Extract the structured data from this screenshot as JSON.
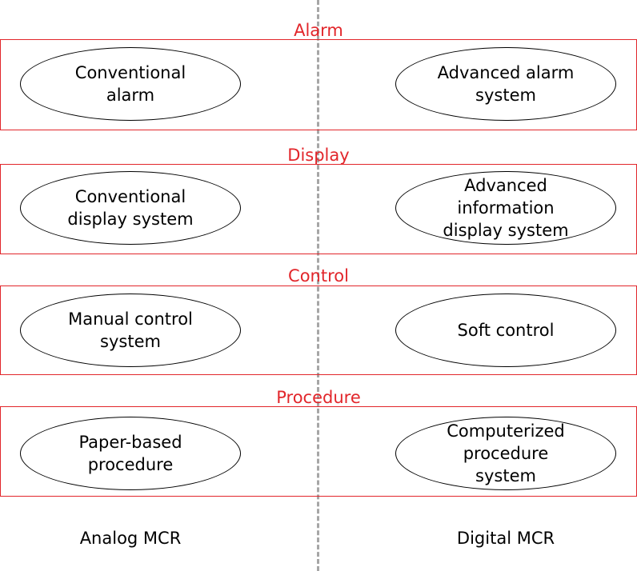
{
  "colors": {
    "category_red": "#e2262b",
    "divider_gray": "#a6a6a6",
    "ellipse_stroke": "#000000"
  },
  "categories": [
    {
      "title": "Alarm",
      "analog": "Conventional\nalarm",
      "digital": "Advanced alarm\nsystem"
    },
    {
      "title": "Display",
      "analog": "Conventional\ndisplay system",
      "digital": "Advanced\ninformation\ndisplay system"
    },
    {
      "title": "Control",
      "analog": "Manual control\nsystem",
      "digital": "Soft control"
    },
    {
      "title": "Procedure",
      "analog": "Paper-based\nprocedure",
      "digital": "Computerized\nprocedure\nsystem"
    }
  ],
  "columns": {
    "left_label": "Analog MCR",
    "right_label": "Digital MCR"
  }
}
